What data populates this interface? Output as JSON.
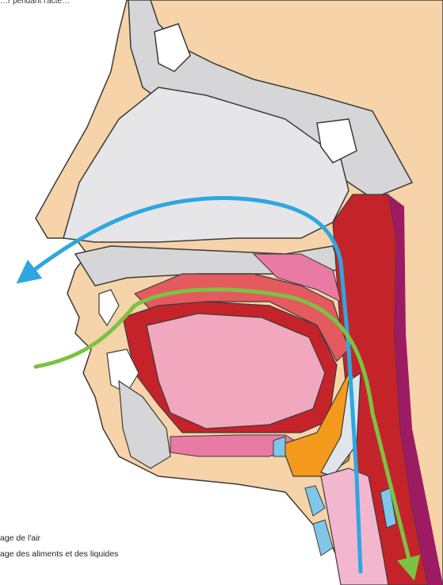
{
  "header_crop": "…r pendant l'acte…",
  "legend": [
    {
      "label": "age de l'air",
      "color": "#2ea7df"
    },
    {
      "label": "age des aliments et des liquides",
      "color": "#7cc242"
    }
  ],
  "colors": {
    "skin": "#f6d3a8",
    "bone": "#d6d6d8",
    "outline": "#3b3b3b",
    "muscle": "#c5232a",
    "muscle_light": "#e45a5e",
    "tongue": "#f1a7be",
    "pink": "#e97aa3",
    "orange": "#f39a1d",
    "airway_blue": "#7fc6ea",
    "esophagus": "#f3b6cf",
    "purple": "#9d1b63"
  }
}
